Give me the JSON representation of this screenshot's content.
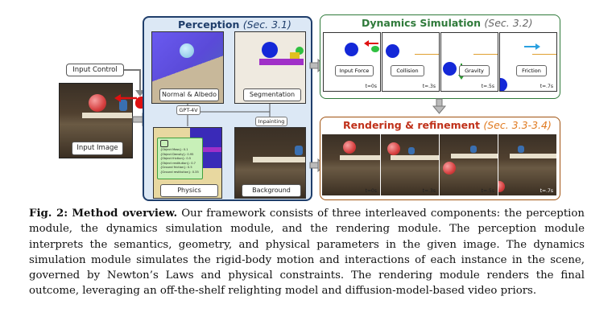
{
  "perception": {
    "title": "Perception",
    "ref": "(Sec. 3.1)"
  },
  "dynamics": {
    "title": "Dynamics Simulation",
    "ref": "(Sec. 3.2)"
  },
  "rendering": {
    "title": "Rendering & refinement",
    "ref": "(Sec. 3.3-3.4)"
  },
  "labels": {
    "input_control": "Input Control",
    "input_image": "Input Image",
    "normal_albedo": "Normal & Albedo",
    "segmentation": "Segmentation",
    "gpt4v": "GPT-4V",
    "inpainting": "Inpainting",
    "physics": "Physics",
    "background": "Background"
  },
  "physics_props": [
    "{Object Mass}: 0.1",
    "{Object Density}: 0.95",
    "{Object friction}: 0.5",
    "{Object restitution}: 0.7",
    "{Ground friction}: 0.5",
    "{Ground restitution}: 0.35"
  ],
  "sim_frames": [
    {
      "label": "Input Force",
      "time": "t=0s"
    },
    {
      "label": "Collision",
      "time": "t=.3s"
    },
    {
      "label": "Gravity",
      "time": "t=.5s"
    },
    {
      "label": "Friction",
      "time": "t=.7s"
    }
  ],
  "render_frames": [
    {
      "time": "t=0s"
    },
    {
      "time": "t=.3s"
    },
    {
      "time": "t=.5s"
    },
    {
      "time": "t=.7s"
    }
  ],
  "caption": {
    "fig": "Fig. 2:",
    "heading": "Method overview.",
    "body": " Our framework consists of three interleaved components: the perception module, the dynamics simulation module, and the rendering module. The perception module interprets the semantics, geometry, and physical parameters in the given image. The dynamics simulation module simulates the rigid-body motion and interactions of each instance in the scene, governed by Newton’s Laws and physical constraints. The rendering module renders the final outcome, leveraging an off-the-shelf relighting model and diffusion-model-based video priors."
  },
  "colors": {
    "perception_bg": "#dce8f5",
    "perception_border": "#1f3e6b",
    "dynamics_border": "#2f7a3a",
    "rendering_border": "#a0520f",
    "rendering_title": "#c0311a",
    "ball_blue": "#1428d8",
    "ball_red": "#e24a4a"
  }
}
